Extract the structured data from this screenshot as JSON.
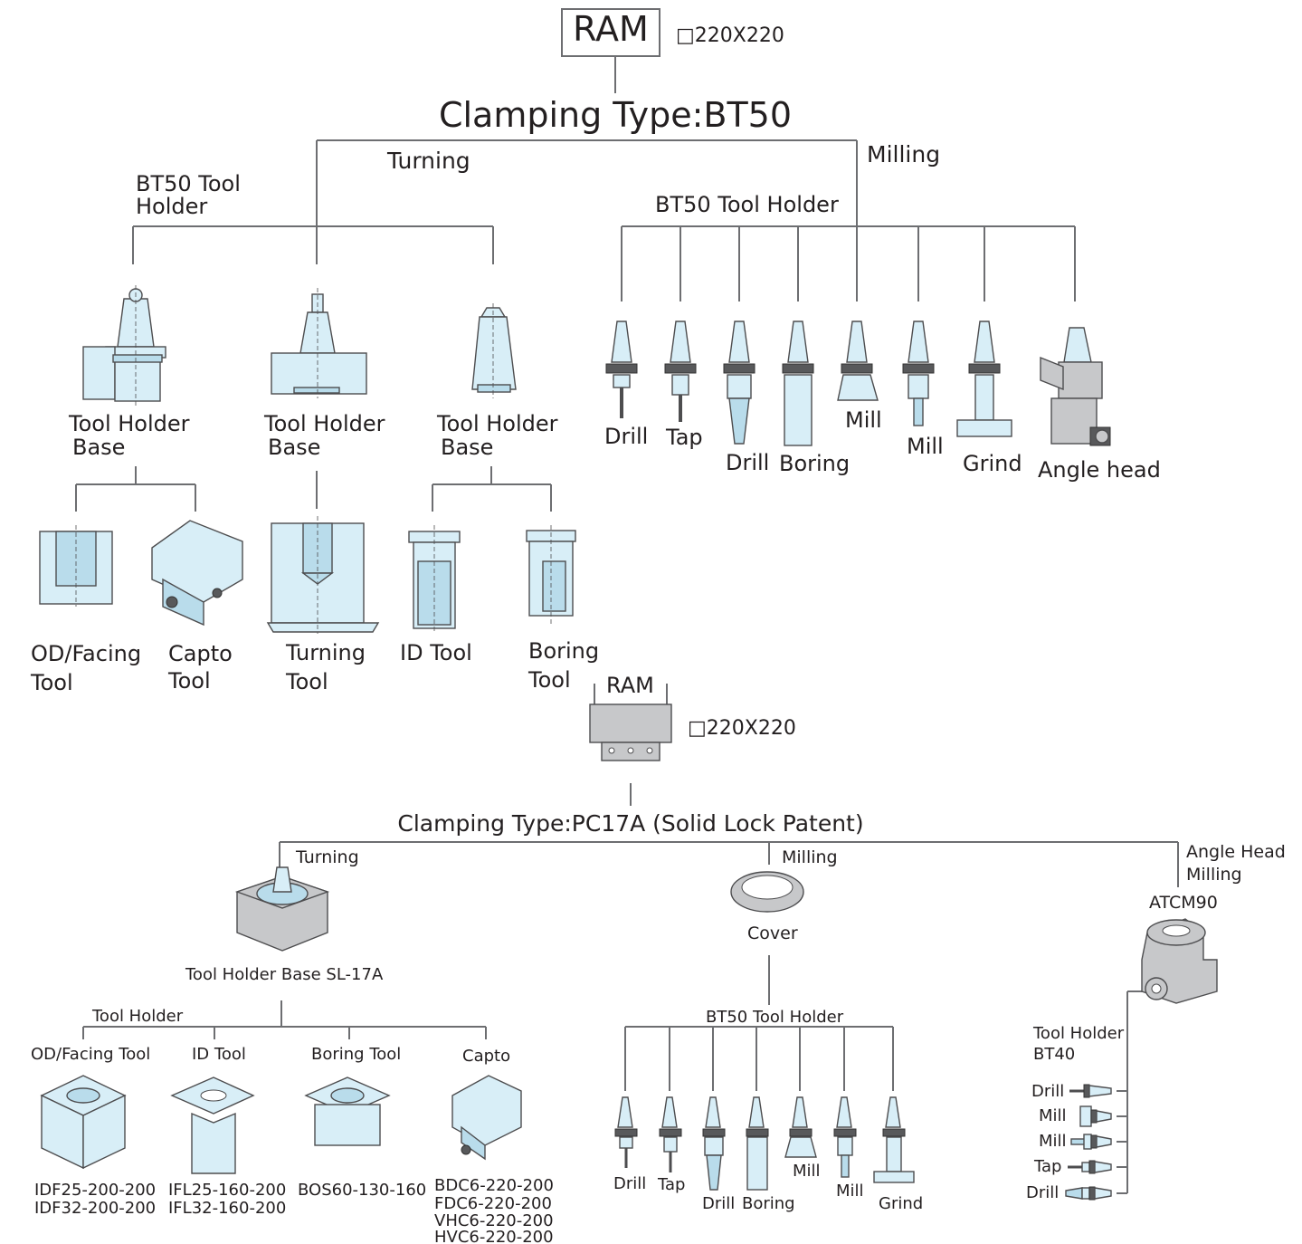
{
  "top": {
    "ram_label": "RAM",
    "ram_size": "□220X220",
    "clamping_title": "Clamping Type:BT50",
    "turning_label": "Turning",
    "milling_label": "Milling",
    "bt50_tool_holder_line1": "BT50 Tool",
    "bt50_tool_holder_line2": "Holder",
    "milling_holder_label": "BT50 Tool Holder",
    "bases": [
      {
        "line1": "Tool Holder",
        "line2": "Base"
      },
      {
        "line1": "Tool Holder",
        "line2": "Base"
      },
      {
        "line1": "Tool Holder",
        "line2": "Base"
      }
    ],
    "turning_tools": [
      {
        "line1": "OD/Facing",
        "line2": "Tool"
      },
      {
        "line1": "Capto",
        "line2": "Tool"
      },
      {
        "line1": "Turning",
        "line2": "Tool"
      },
      {
        "line1": "ID Tool",
        "line2": ""
      },
      {
        "line1": "Boring",
        "line2": "Tool"
      }
    ],
    "milling_tools": [
      "Drill",
      "Tap",
      "Drill",
      "Boring",
      "Mill",
      "Mill",
      "Grind",
      "Angle head"
    ]
  },
  "bottom": {
    "ram_label": "RAM",
    "ram_size": "□220X220",
    "clamping_title": "Clamping Type:PC17A (Solid Lock Patent)",
    "turning_label": "Turning",
    "milling_label": "Milling",
    "angle_head_line1": "Angle Head",
    "angle_head_line2": "Milling",
    "atc_model": "ATCM90",
    "cover_label": "Cover",
    "base_label": "Tool Holder Base  SL-17A",
    "tool_holder_label": "Tool Holder",
    "turning_tools": [
      {
        "name": "OD/Facing Tool",
        "models": [
          "IDF25-200-200",
          "IDF32-200-200"
        ]
      },
      {
        "name": "ID Tool",
        "models": [
          "IFL25-160-200",
          "IFL32-160-200"
        ]
      },
      {
        "name": "Boring Tool",
        "models": [
          "BOS60-130-160"
        ]
      },
      {
        "name": "Capto",
        "models": [
          "BDC6-220-200",
          "FDC6-220-200",
          "VHC6-220-200",
          "HVC6-220-200"
        ]
      }
    ],
    "bt50_holder_label": "BT50 Tool Holder",
    "milling_tools": [
      "Drill",
      "Tap",
      "Drill",
      "Boring",
      "Mill",
      "Mill",
      "Grind"
    ],
    "bt40_line1": "Tool Holder",
    "bt40_line2": "BT40",
    "bt40_tools": [
      "Drill",
      "Mill",
      "Mill",
      "Tap",
      "Drill"
    ]
  }
}
